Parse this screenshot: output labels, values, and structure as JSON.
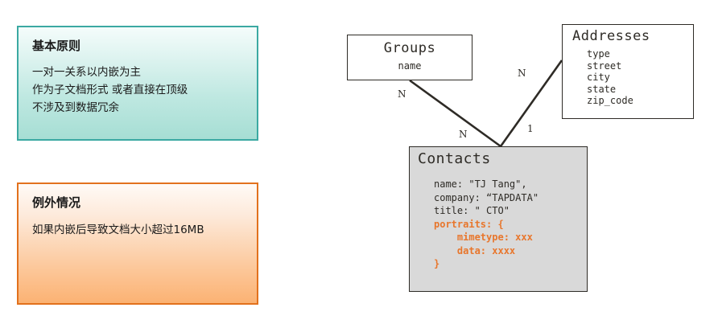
{
  "notes": [
    {
      "id": "principle",
      "title": "基本原则",
      "body": "一对一关系以内嵌为主\n作为子文档形式 或者直接在顶级\n不涉及到数据冗余",
      "border_color": "#3ba9a2",
      "fill_color": "#a6ded4"
    },
    {
      "id": "exception",
      "title": "例外情况",
      "body": "如果内嵌后导致文档大小超过16MB",
      "border_color": "#e2711d",
      "fill_color": "#fbb273"
    }
  ],
  "entities": {
    "groups": {
      "title": "Groups",
      "fields": [
        "name"
      ]
    },
    "addresses": {
      "title": "Addresses",
      "fields": [
        "type",
        "street",
        "city",
        "state",
        "zip_code"
      ]
    },
    "contacts": {
      "title": "Contacts",
      "fill_color": "#d9d9d9",
      "accent_color": "#e8762c",
      "lines": [
        {
          "text": "name: \"TJ Tang\",",
          "accent": false
        },
        {
          "text": "company: “TAPDATA\"",
          "accent": false
        },
        {
          "text": "title: \" CTO\"",
          "accent": false
        },
        {
          "text": "portraits: {",
          "accent": true
        },
        {
          "text": "    mimetype: xxx",
          "accent": true
        },
        {
          "text": "    data: xxxx",
          "accent": true
        },
        {
          "text": "}",
          "accent": true
        }
      ]
    }
  },
  "relationships": [
    {
      "id": "groups-n",
      "label": "N",
      "from": "groups",
      "to": "contacts"
    },
    {
      "id": "mid-n",
      "label": "N",
      "from": "groups",
      "to": "contacts"
    },
    {
      "id": "addresses-n",
      "label": "N",
      "from": "addresses",
      "to": "contacts"
    },
    {
      "id": "contacts-1",
      "label": "1",
      "from": "contacts",
      "to": "addresses"
    }
  ],
  "line_color": "#2e2b26"
}
